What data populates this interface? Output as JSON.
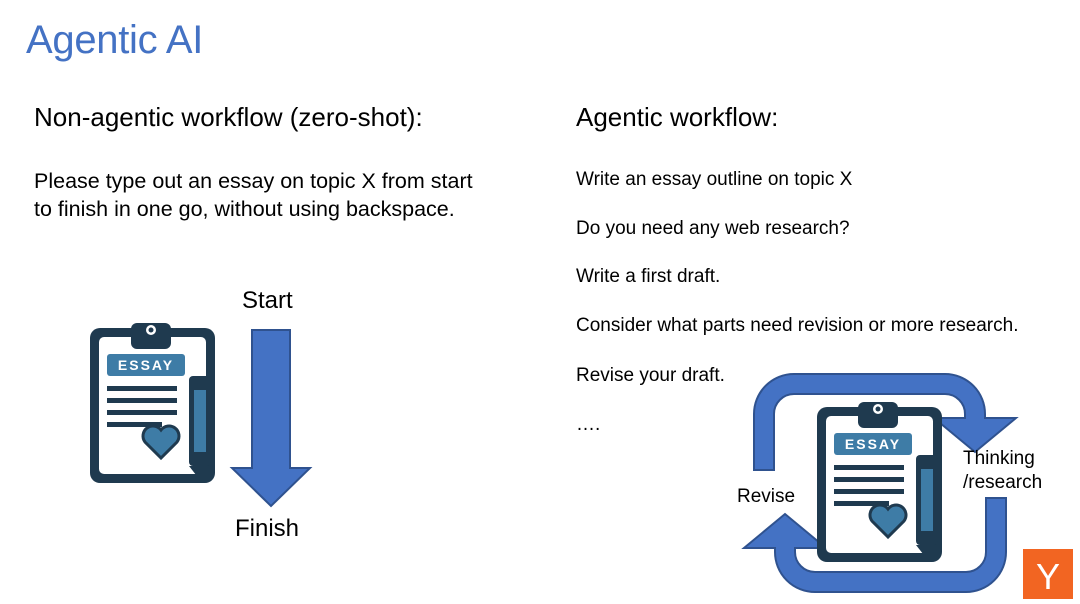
{
  "slide": {
    "title": "Agentic AI"
  },
  "left": {
    "heading": "Non-agentic workflow (zero-shot):",
    "prompt": "Please type out an essay on topic X from start to finish in one go, without using backspace.",
    "start_label": "Start",
    "finish_label": "Finish",
    "clipboard_text": "ESSAY"
  },
  "right": {
    "heading": "Agentic workflow:",
    "steps": [
      "Write an essay outline on topic X",
      "Do you need any web research?",
      "Write a first draft.",
      "Consider what parts need revision or more research.",
      "Revise your draft.",
      "…."
    ],
    "revise_label": "Revise",
    "thinking_label_line1": "Thinking",
    "thinking_label_line2": "/research",
    "clipboard_text": "ESSAY"
  },
  "logo": {
    "letter": "Y",
    "color": "#F26522"
  },
  "colors": {
    "title": "#4472C4",
    "arrow": "#4472C4",
    "arrow_stroke": "#2F528F",
    "clipboard_dark": "#1F3A4F",
    "clipboard_mid": "#3E7CA6"
  }
}
